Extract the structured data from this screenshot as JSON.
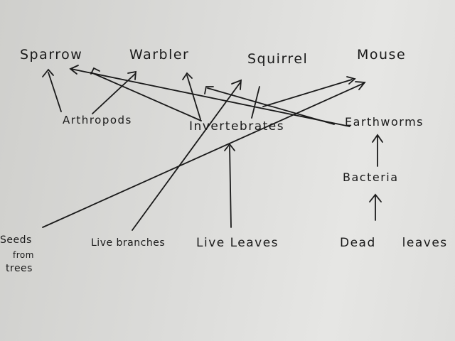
{
  "nodes": {
    "sparrow": "Sparrow",
    "warbler": "Warbler",
    "squirrel": "Squirrel",
    "mouse": "Mouse",
    "arthropods": "Arthropods",
    "invertebrates": "Invertebrates",
    "earthworms": "Earthworms",
    "bacteria": "Bacteria",
    "seeds_line1": "Seeds",
    "seeds_line2": "from",
    "seeds_line3": "trees",
    "live_branches": "Live branches",
    "live_leaves": "Live Leaves",
    "dead_leaves": "Dead leaves"
  },
  "edges": [
    {
      "from": "Arthropods",
      "to": "Sparrow"
    },
    {
      "from": "Arthropods",
      "to": "Warbler"
    },
    {
      "from": "Invertebrates",
      "to": "Sparrow"
    },
    {
      "from": "Invertebrates",
      "to": "Warbler"
    },
    {
      "from": "Invertebrates",
      "to": "Squirrel"
    },
    {
      "from": "Earthworms",
      "to": "Sparrow"
    },
    {
      "from": "Earthworms",
      "to": "Squirrel"
    },
    {
      "from": "Live branches",
      "to": "Squirrel"
    },
    {
      "from": "Seeds from trees",
      "to": "Mouse"
    },
    {
      "from": "Live Leaves",
      "to": "Invertebrates"
    },
    {
      "from": "Bacteria",
      "to": "Earthworms"
    },
    {
      "from": "Dead leaves",
      "to": "Bacteria"
    }
  ]
}
